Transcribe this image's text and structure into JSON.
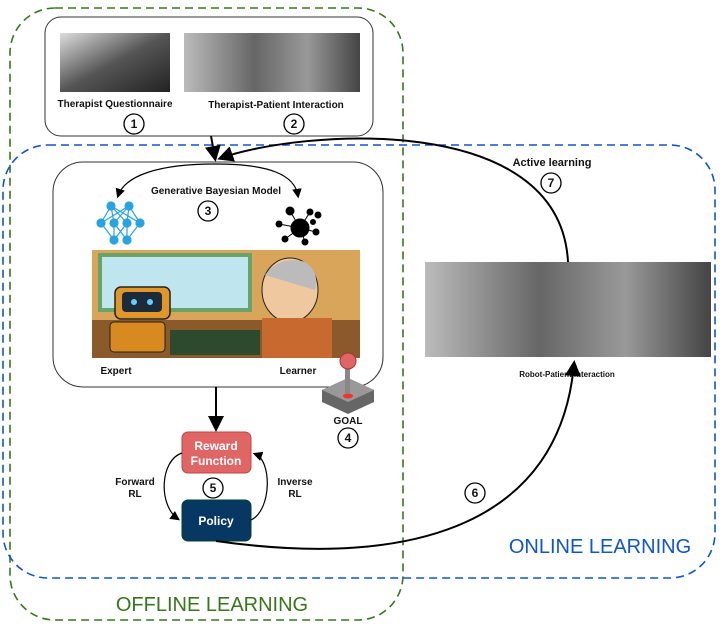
{
  "colors": {
    "offline": "#38761d",
    "online": "#1155cc",
    "reward": "#e06666",
    "policy": "#073763"
  },
  "offline_label": "OFFLINE LEARNING",
  "online_label": "ONLINE LEARNING",
  "data_sources": {
    "questionnaire": "Therapist Questionnaire",
    "questionnaire_step": "1",
    "interaction": "Therapist-Patient Interaction",
    "interaction_step": "2"
  },
  "model": {
    "title": "Generative Bayesian Model",
    "step": "3",
    "expert": "Expert",
    "learner": "Learner"
  },
  "goal": {
    "label": "GOAL",
    "step": "4"
  },
  "rl": {
    "reward_line1": "Reward",
    "reward_line2": "Function",
    "policy": "Policy",
    "forward_1": "Forward",
    "forward_2": "RL",
    "inverse_1": "Inverse",
    "inverse_2": "RL",
    "step": "5"
  },
  "deploy_step": "6",
  "active": {
    "label": "Active learning",
    "step": "7"
  },
  "robot": {
    "label": "Robot-Patient Interaction"
  }
}
